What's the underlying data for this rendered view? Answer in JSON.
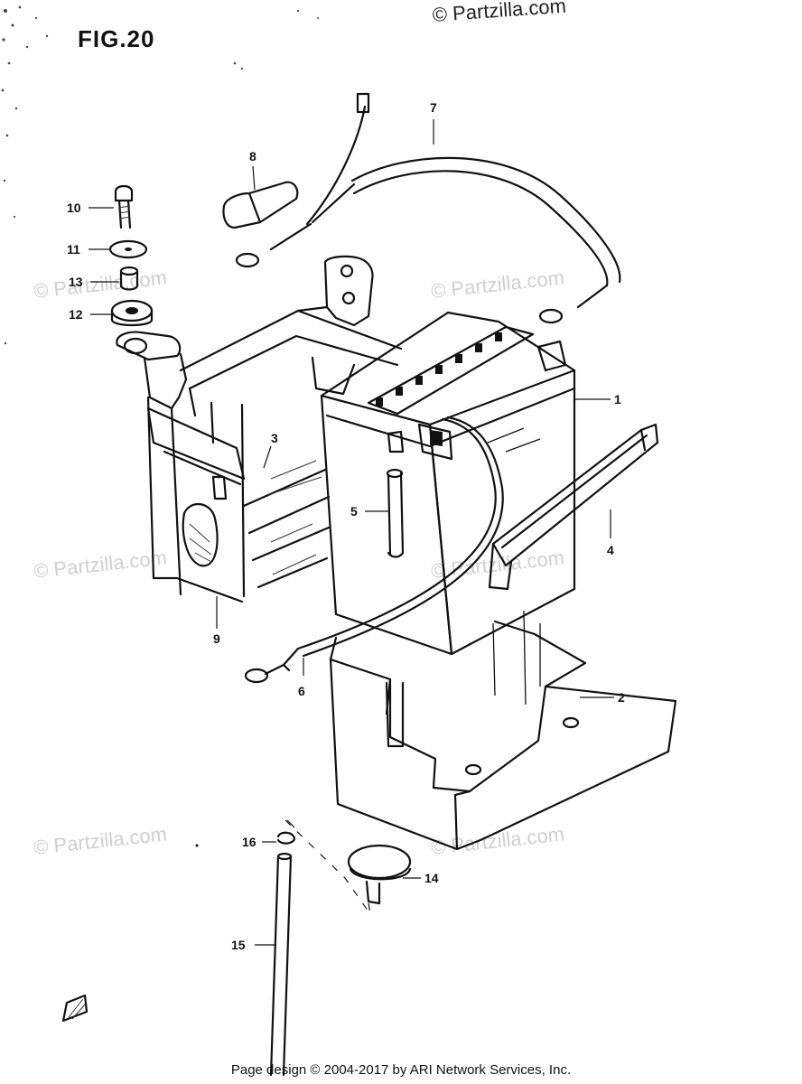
{
  "figure": {
    "title": "FIG.20"
  },
  "copyright": "© Partzilla.com",
  "watermark": "© Partzilla.com",
  "footer": "Page design © 2004-2017 by ARI Network Services, Inc.",
  "callouts": [
    {
      "id": "1",
      "label": "1"
    },
    {
      "id": "2",
      "label": "2"
    },
    {
      "id": "3",
      "label": "3"
    },
    {
      "id": "4",
      "label": "4"
    },
    {
      "id": "5",
      "label": "5"
    },
    {
      "id": "6",
      "label": "6"
    },
    {
      "id": "7",
      "label": "7"
    },
    {
      "id": "8",
      "label": "8"
    },
    {
      "id": "9",
      "label": "9"
    },
    {
      "id": "10",
      "label": "10"
    },
    {
      "id": "11",
      "label": "11"
    },
    {
      "id": "12",
      "label": "12"
    },
    {
      "id": "13",
      "label": "13"
    },
    {
      "id": "14",
      "label": "14"
    },
    {
      "id": "15",
      "label": "15"
    },
    {
      "id": "16",
      "label": "16"
    }
  ]
}
